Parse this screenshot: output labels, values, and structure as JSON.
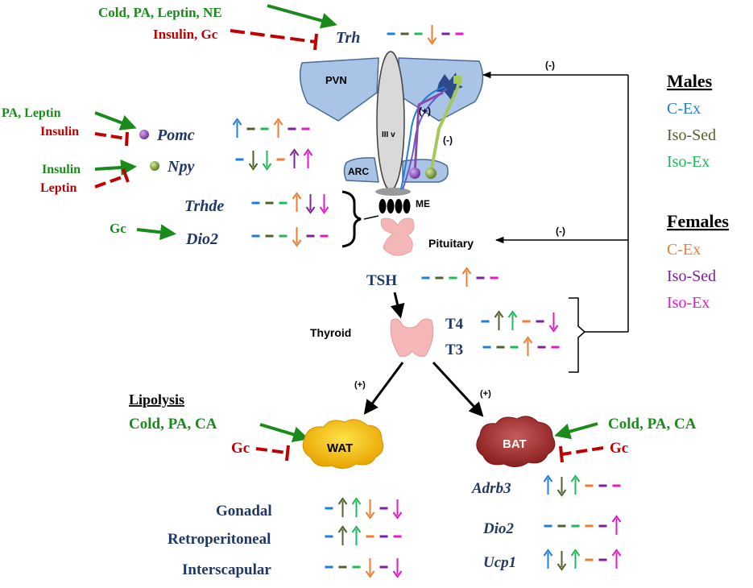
{
  "colors": {
    "green": "#1a8a1a",
    "red": "#c00000",
    "navy": "#1f3864",
    "c_ex_m": "#1f7fd6",
    "iso_sed_m": "#4f6228",
    "iso_ex_m": "#1fb85a",
    "c_ex_f": "#ed7d31",
    "iso_sed_f": "#7f1f9f",
    "iso_ex_f": "#e31ac8"
  },
  "top": {
    "stim": "Cold, PA, Leptin, NE",
    "inhib": "Insulin, Gc",
    "gene": "Trh",
    "pattern": [
      "-",
      "-",
      "-",
      "down",
      "-",
      "-"
    ]
  },
  "hypothalamus": {
    "pvn": "PVN",
    "arc": "ARC",
    "third_ventricle": "III v",
    "me": "ME",
    "plus": "(+)",
    "minus": "(-)"
  },
  "arcuate": {
    "pomc": {
      "stim": "PA, Leptin",
      "inhib": "Insulin",
      "gene": "Pomc",
      "pattern": [
        "up",
        "-",
        "-",
        "up",
        "-",
        "-"
      ]
    },
    "npy": {
      "stim": "Insulin",
      "inhib": "Leptin",
      "gene": "Npy",
      "pattern": [
        "-",
        "down",
        "down",
        "-",
        "up",
        "up"
      ]
    }
  },
  "median_eminence": {
    "trhde": {
      "gene": "Trhde",
      "pattern": [
        "-",
        "-",
        "-",
        "up",
        "down",
        "down"
      ]
    },
    "dio2": {
      "gene": "Dio2",
      "pattern": [
        "-",
        "-",
        "-",
        "down",
        "-",
        "-"
      ]
    },
    "gc": "Gc"
  },
  "pituitary": {
    "label": "Pituitary",
    "feedback": "(-)"
  },
  "tsh": {
    "label": "TSH",
    "pattern": [
      "-",
      "-",
      "-",
      "up",
      "-",
      "-"
    ]
  },
  "thyroid": {
    "label": "Thyroid",
    "t4": {
      "label": "T4",
      "pattern": [
        "-",
        "up",
        "up",
        "-",
        "-",
        "down"
      ]
    },
    "t3": {
      "label": "T3",
      "pattern": [
        "-",
        "-",
        "-",
        "up",
        "-",
        "-"
      ]
    },
    "feedback": "(-)"
  },
  "legend": {
    "males_title": "Males",
    "males": [
      "C-Ex",
      "Iso-Sed",
      "Iso-Ex"
    ],
    "females_title": "Females",
    "females": [
      "C-Ex",
      "Iso-Sed",
      "Iso-Ex"
    ]
  },
  "wat": {
    "label": "WAT",
    "heading": "Lipolysis",
    "stim": "Cold, PA, CA",
    "inhib": "Gc",
    "plus": "(+)",
    "depots": [
      {
        "label": "Gonadal",
        "pattern": [
          "-",
          "up",
          "up",
          "down",
          "-",
          "down"
        ]
      },
      {
        "label": "Retroperitoneal",
        "pattern": [
          "-",
          "up",
          "up",
          "-",
          "-",
          "-"
        ]
      },
      {
        "label": "Interscapular",
        "pattern": [
          "-",
          "-",
          "-",
          "down",
          "-",
          "down"
        ]
      }
    ]
  },
  "bat": {
    "label": "BAT",
    "stim": "Cold, PA, CA",
    "inhib": "Gc",
    "plus": "(+)",
    "genes": [
      {
        "label": "Adrb3",
        "pattern": [
          "up",
          "down",
          "up",
          "-",
          "-",
          "-"
        ]
      },
      {
        "label": "Dio2",
        "pattern": [
          "-",
          "-",
          "-",
          "-",
          "-",
          "up"
        ]
      },
      {
        "label": "Ucp1",
        "pattern": [
          "up",
          "down",
          "up",
          "-",
          "-",
          "up"
        ]
      }
    ]
  }
}
